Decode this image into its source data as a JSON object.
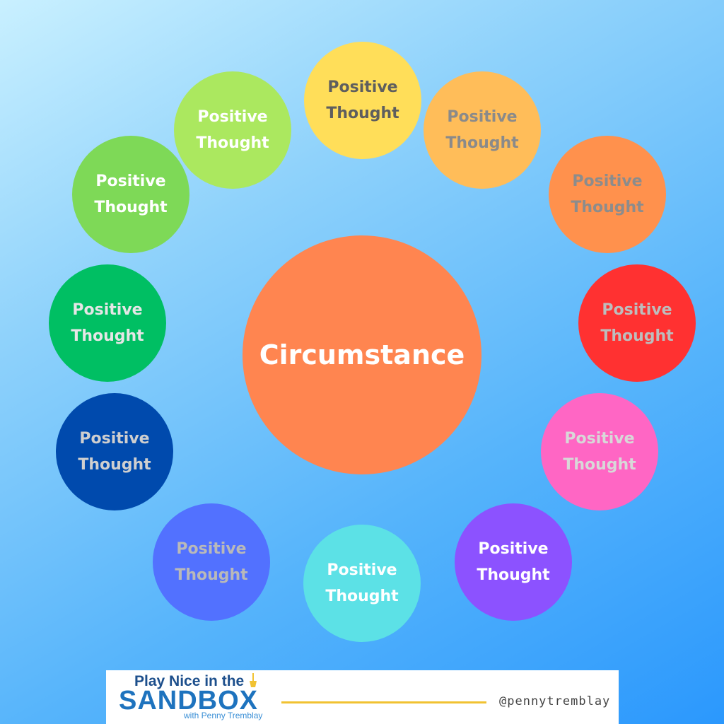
{
  "center": {
    "label": "Circumstance",
    "color": "#ff8550"
  },
  "thoughts": [
    {
      "line1": "Positive",
      "line2": "Thought",
      "color": "#ffde59"
    },
    {
      "line1": "Positive",
      "line2": "Thought",
      "color": "#ffbd59"
    },
    {
      "line1": "Positive",
      "line2": "Thought",
      "color": "#ff914d"
    },
    {
      "line1": "Positive",
      "line2": "Thought",
      "color": "#ff3131"
    },
    {
      "line1": "Positive",
      "line2": "Thought",
      "color": "#ff66c4"
    },
    {
      "line1": "Positive",
      "line2": "Thought",
      "color": "#8c52ff"
    },
    {
      "line1": "Positive",
      "line2": "Thought",
      "color": "#5ce1e6"
    },
    {
      "line1": "Positive",
      "line2": "Thought",
      "color": "#5271ff"
    },
    {
      "line1": "Positive",
      "line2": "Thought",
      "color": "#004aad"
    },
    {
      "line1": "Positive",
      "line2": "Thought",
      "color": "#00bf63"
    },
    {
      "line1": "Positive",
      "line2": "Thought",
      "color": "#7ed957"
    },
    {
      "line1": "Positive",
      "line2": "Thought",
      "color": "#abe85f"
    }
  ],
  "banner": {
    "logo_line1": "Play Nice in the",
    "logo_line2": "SANDBOX",
    "logo_line3": "with Penny Tremblay",
    "handle": "@pennytremblay",
    "rule_color": "#f1c232"
  },
  "background": {
    "top_color": "#c9f0ff",
    "bottom_color": "#2b98fd"
  }
}
